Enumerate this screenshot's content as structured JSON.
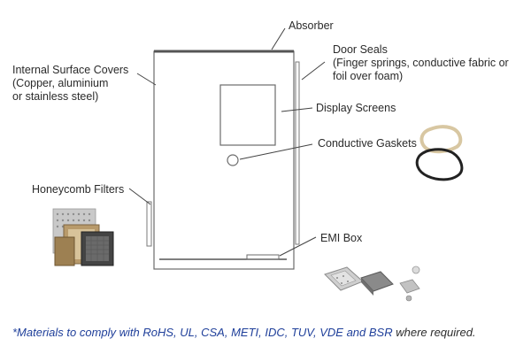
{
  "labels": {
    "absorber": "Absorber",
    "door_seals": [
      "Door Seals",
      "(Finger springs, conductive fabric or",
      "foil over foam)"
    ],
    "internal_surface_covers": [
      "Internal Surface Covers",
      "(Copper, aluminium",
      "or stainless steel)"
    ],
    "display_screens": "Display Screens",
    "conductive_gaskets": "Conductive Gaskets",
    "honeycomb_filters": "Honeycomb Filters",
    "emi_box": "EMI Box"
  },
  "footnote": {
    "highlight": "*Materials to comply with RoHS, UL, CSA, METI, IDC, TUV, VDE and BSR",
    "tail": " where required."
  },
  "colors": {
    "line": "#6b6b6b",
    "text": "#2a2a2a",
    "footnote": "#1f3f9a"
  }
}
